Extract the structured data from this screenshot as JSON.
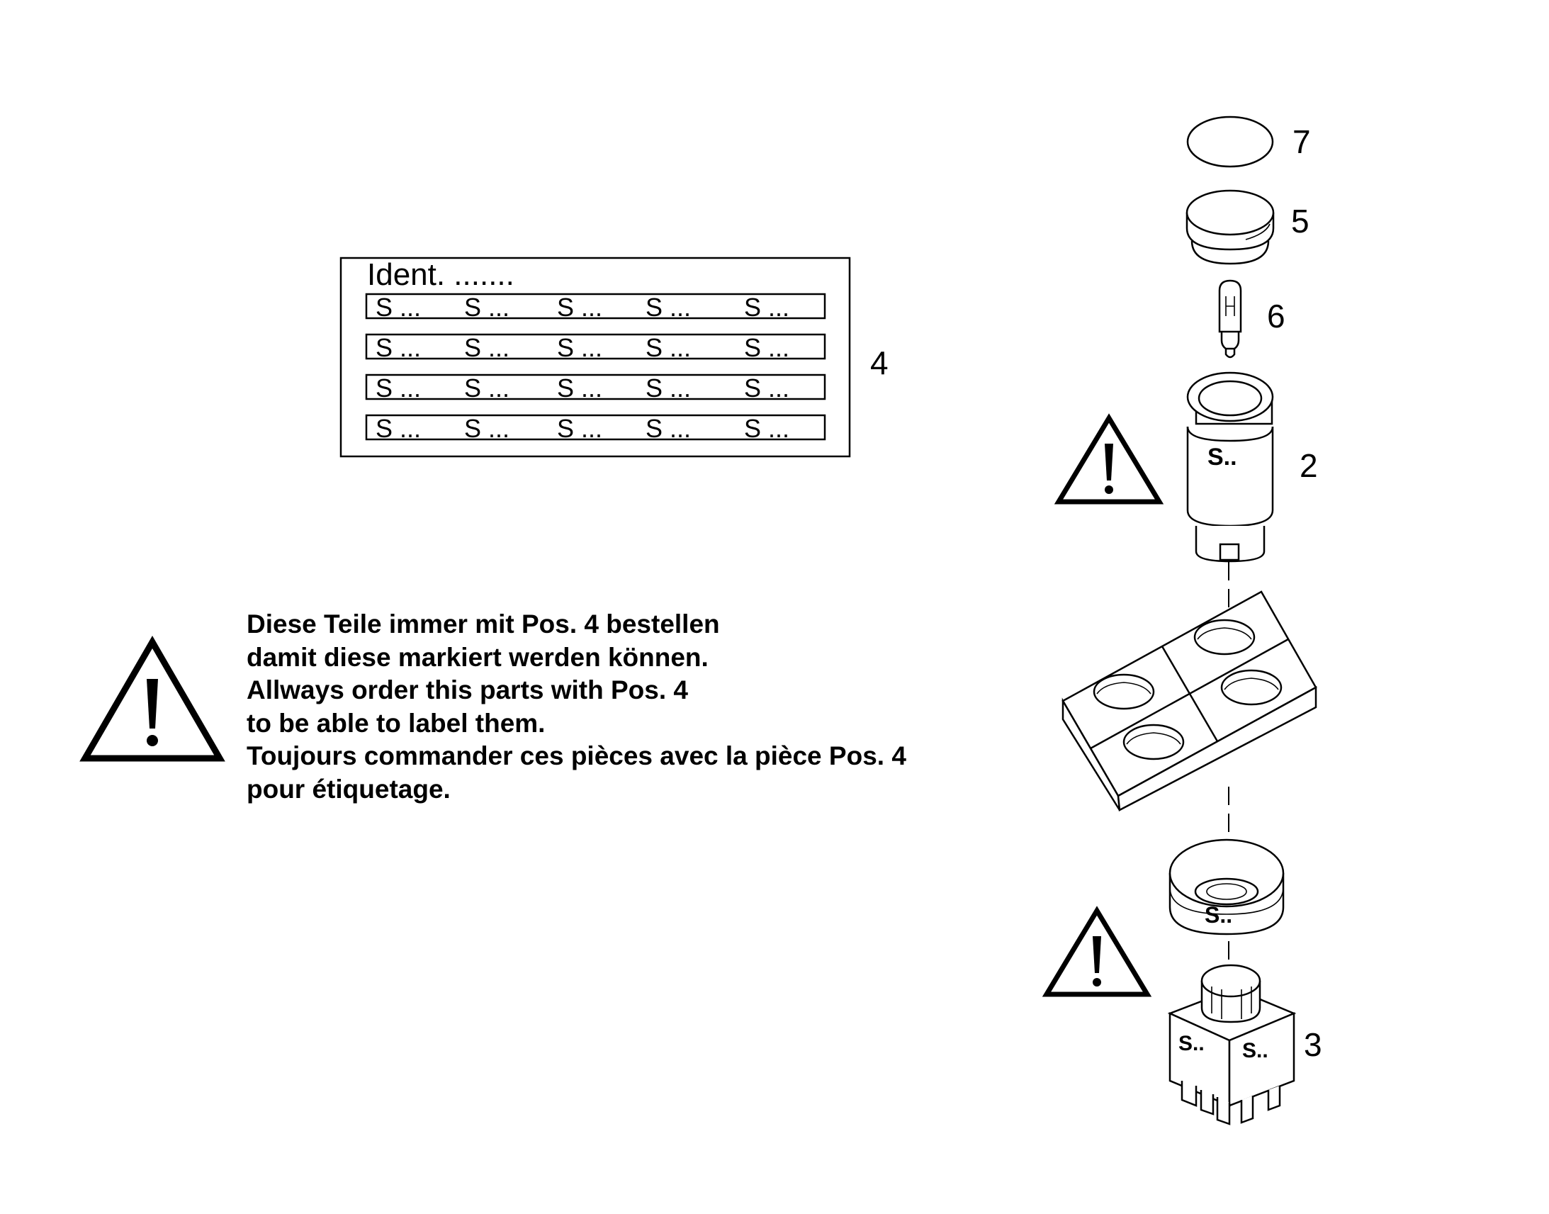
{
  "callouts": {
    "p7": "7",
    "p5": "5",
    "p6": "6",
    "p2": "2",
    "p4": "4",
    "p3": "3"
  },
  "label_sheet": {
    "title": "Ident. .......",
    "rows": [
      [
        "S ...",
        "S ...",
        "S ...",
        "S ...",
        "S ..."
      ],
      [
        "S ...",
        "S ...",
        "S ...",
        "S ...",
        "S ..."
      ],
      [
        "S ...",
        "S ...",
        "S ...",
        "S ...",
        "S ..."
      ],
      [
        "S ...",
        "S ...",
        "S ...",
        "S ...",
        "S ..."
      ]
    ]
  },
  "part_marks": {
    "button_body": "S..",
    "collar": "S..",
    "switch_left": "S..",
    "switch_right": "S.."
  },
  "note": {
    "lines": [
      "Diese Teile immer mit Pos. 4 bestellen",
      "damit diese markiert werden können.",
      "Allways order this parts with Pos. 4",
      "to be able to label them.",
      "Toujours commander ces pièces avec la pièce Pos. 4",
      "pour étiquetage."
    ]
  },
  "icons": [
    "warning-triangle-icon"
  ]
}
